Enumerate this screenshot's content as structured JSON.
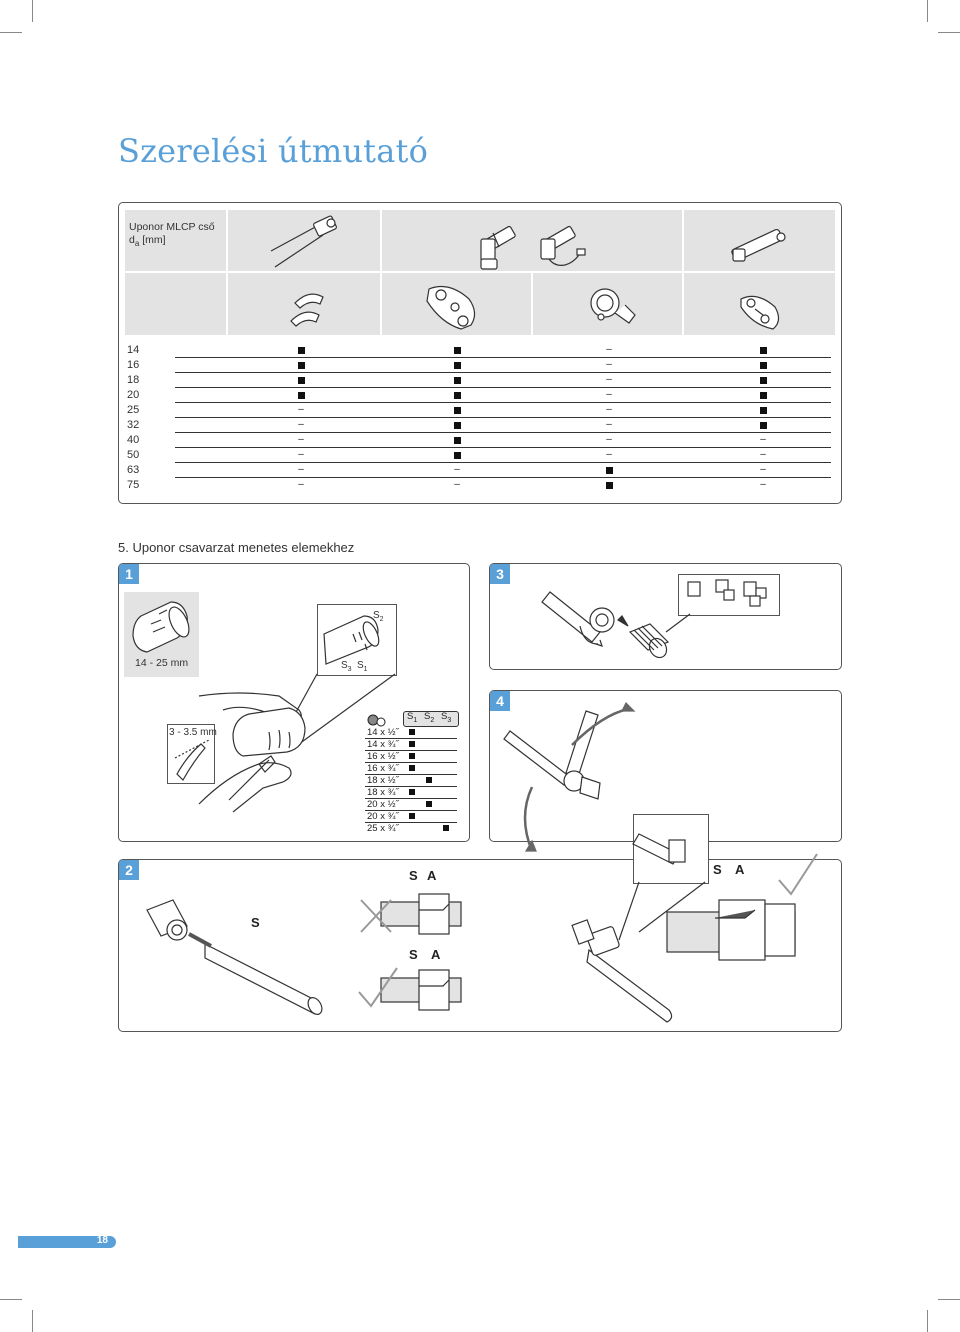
{
  "page": {
    "title": "Szerelési útmutató",
    "page_number": "18"
  },
  "tool_table": {
    "header_line1": "Uponor MLCP cső",
    "header_d": "d",
    "header_sub": "a",
    "header_unit": "[mm]",
    "columns": [
      "hand-press-tool",
      "battery-press-tool",
      "electric-press-tool",
      "compact-press-tool"
    ],
    "dash": "–",
    "rows": [
      {
        "size": "14",
        "marks": [
          "■",
          "■",
          "–",
          "■"
        ]
      },
      {
        "size": "16",
        "marks": [
          "■",
          "■",
          "–",
          "■"
        ]
      },
      {
        "size": "18",
        "marks": [
          "■",
          "■",
          "–",
          "■"
        ]
      },
      {
        "size": "20",
        "marks": [
          "■",
          "■",
          "–",
          "■"
        ]
      },
      {
        "size": "25",
        "marks": [
          "–",
          "■",
          "–",
          "■"
        ]
      },
      {
        "size": "32",
        "marks": [
          "–",
          "■",
          "–",
          "■"
        ]
      },
      {
        "size": "40",
        "marks": [
          "–",
          "■",
          "–",
          "–"
        ]
      },
      {
        "size": "50",
        "marks": [
          "–",
          "■",
          "–",
          "–"
        ]
      },
      {
        "size": "63",
        "marks": [
          "–",
          "–",
          "■",
          "–"
        ]
      },
      {
        "size": "75",
        "marks": [
          "–",
          "–",
          "■",
          "–"
        ]
      }
    ]
  },
  "section": {
    "heading": "5. Uponor csavarzat menetes elemekhez"
  },
  "steps": {
    "step1": "1",
    "step2": "2",
    "step3": "3",
    "step4": "4",
    "range_label": "14 - 25 mm",
    "depth_label": "3 - 3.5 mm",
    "s2_label": "S",
    "s2_sub": "2",
    "s3_label": "S",
    "s3_sub": "3",
    "s1_label": "S",
    "s1_sub": "1",
    "s_label": "S",
    "a_label": "A"
  },
  "calibration_table": {
    "headers": [
      "S",
      "S",
      "S"
    ],
    "header_subs": [
      "1",
      "2",
      "3"
    ],
    "rows": [
      {
        "size": "14 x ½˝",
        "col": 1
      },
      {
        "size": "14 x ¾˝",
        "col": 1
      },
      {
        "size": "16 x ½˝",
        "col": 1
      },
      {
        "size": "16 x ¾˝",
        "col": 1
      },
      {
        "size": "18 x ½˝",
        "col": 2
      },
      {
        "size": "18 x ¾˝",
        "col": 1
      },
      {
        "size": "20 x ½˝",
        "col": 2
      },
      {
        "size": "20 x ¾˝",
        "col": 1
      },
      {
        "size": "25 x ¾˝",
        "col": 3
      }
    ]
  },
  "colors": {
    "accent": "#5aa0d8",
    "header_band": "#e3e3e3"
  }
}
